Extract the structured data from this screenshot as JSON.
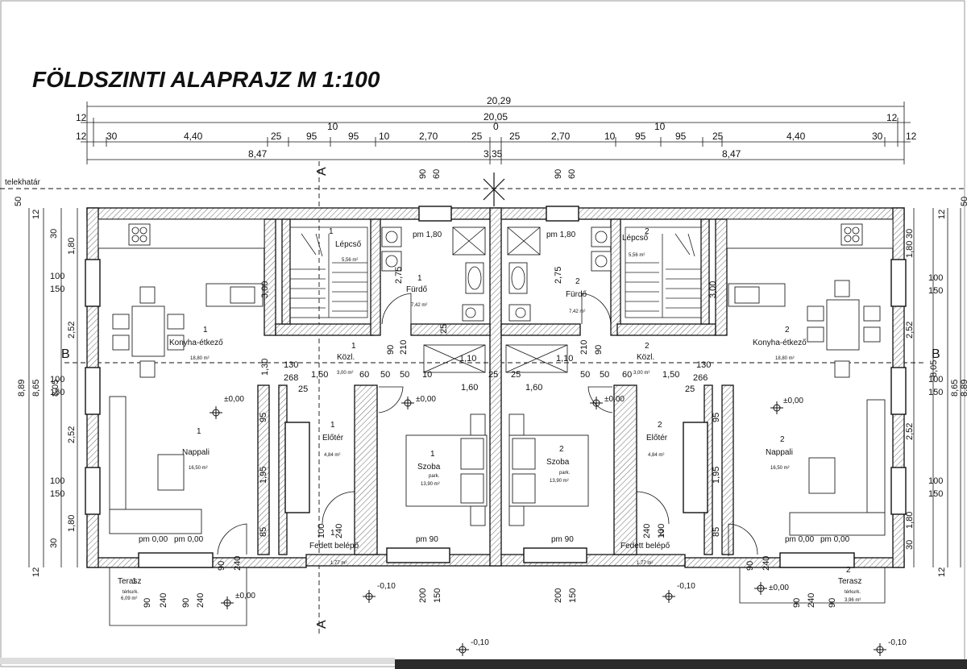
{
  "title": "FÖLDSZINTI ALAPRAJZ M 1:100",
  "top_dimensions": {
    "overall": "20,29",
    "row2_total": "20,05",
    "row2_ends": [
      "12",
      "12"
    ],
    "row3_segments": [
      "12",
      "30",
      "4,40",
      "25",
      "95",
      "10",
      "95",
      "10",
      "2,70",
      "25",
      "0",
      "25",
      "2,70",
      "10",
      "95",
      "10",
      "95",
      "25",
      "4,40",
      "30",
      "12"
    ],
    "row4_left": "8,47",
    "row4_mid": "3,35",
    "row4_right": "8,47",
    "window_dims": [
      "90",
      "60",
      "90",
      "60"
    ]
  },
  "side_dimensions": {
    "left_outer": [
      "50",
      "12",
      "30",
      "1,80",
      "100",
      "150",
      "2,52",
      "100",
      "150",
      "2,52",
      "100",
      "150",
      "1,80",
      "30",
      "12"
    ],
    "left_totals": [
      "8,89",
      "8,65",
      "8,05"
    ],
    "right_outer": [
      "50",
      "12",
      "30",
      "1,80",
      "100",
      "150",
      "2,52",
      "100",
      "150",
      "2,52",
      "100",
      "150",
      "1,80",
      "30",
      "12"
    ],
    "right_totals": [
      "8,89",
      "8,65",
      "8,05"
    ]
  },
  "labels": {
    "plot_boundary": "telekhatár",
    "section_a": "A",
    "section_b": "B"
  },
  "rooms": [
    {
      "num": "1",
      "name": "Lépcső",
      "area": "5,56 m²"
    },
    {
      "num": "1",
      "name": "Fürdő",
      "area": "7,42 m²"
    },
    {
      "num": "1",
      "name": "Konyha-étkező",
      "area": "18,80 m²"
    },
    {
      "num": "1",
      "name": "Közl.",
      "area": "3,00 m²"
    },
    {
      "num": "1",
      "name": "Nappali",
      "area": "16,50 m²"
    },
    {
      "num": "1",
      "name": "Előtér",
      "area": "4,84 m²"
    },
    {
      "num": "1",
      "name": "Szoba",
      "floor": "park.",
      "area": "13,90 m²"
    },
    {
      "num": "1",
      "name": "Fedett belépő",
      "area": "1,77 m²"
    },
    {
      "num": "1",
      "name": "Terasz",
      "floor": "térkurk.",
      "area": "6,09 m²"
    },
    {
      "num": "2",
      "name": "Lépcső",
      "area": "5,56 m²"
    },
    {
      "num": "2",
      "name": "Fürdő",
      "area": "7,42 m²"
    },
    {
      "num": "2",
      "name": "Konyha-étkező",
      "area": "18,80 m²"
    },
    {
      "num": "2",
      "name": "Közl.",
      "area": "3,00 m²"
    },
    {
      "num": "2",
      "name": "Nappali",
      "area": "16,50 m²"
    },
    {
      "num": "2",
      "name": "Előtér",
      "area": "4,84 m²"
    },
    {
      "num": "2",
      "name": "Szoba",
      "floor": "park.",
      "area": "13,90 m²"
    },
    {
      "num": "2",
      "name": "Fedett belépő",
      "area": "1,77 m²"
    },
    {
      "num": "2",
      "name": "Terasz",
      "floor": "térkurk.",
      "area": "3,96 m²"
    }
  ],
  "levels": {
    "zero": "±0,00",
    "minus10": "-0,10",
    "sill_180": "pm 1,80",
    "sill_000": "pm 0,00",
    "sill_90": "pm 90"
  },
  "inner_dims": [
    "3,00",
    "1,30",
    "2,75",
    "25",
    "210",
    "90",
    "130",
    "1,50",
    "60",
    "50",
    "50",
    "10",
    "1,10",
    "25",
    "1,60",
    "25",
    "95",
    "1,95",
    "85",
    "100",
    "240",
    "90",
    "240",
    "90",
    "200",
    "150",
    "266",
    "268"
  ]
}
